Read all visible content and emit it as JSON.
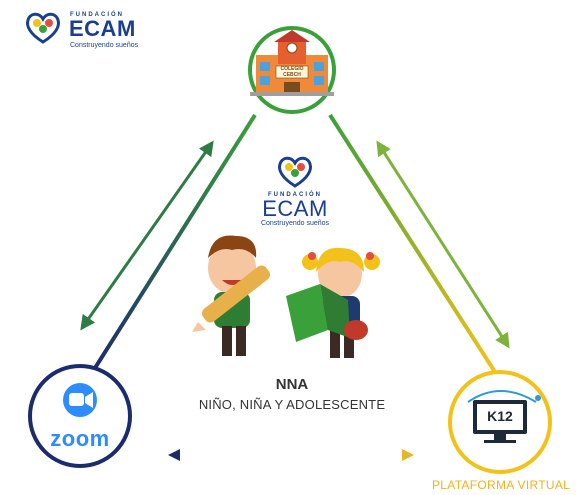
{
  "top_logo": {
    "foundation_label": "FUNDACIÓN",
    "brand": "ECAM",
    "tagline": "Construyendo sueños"
  },
  "center_logo": {
    "foundation_label": "FUNDACIÓN",
    "brand": "ECAM",
    "tagline": "Construyendo sueños"
  },
  "school_node": {
    "sign_line1": "COLEGIO",
    "sign_line2": "CEBCH",
    "icon": "school-building-icon"
  },
  "zoom_node": {
    "label": "zoom",
    "icon": "video-camera-icon"
  },
  "k12_node": {
    "label": "K12",
    "icon": "monitor-icon",
    "caption": "PLATAFORMA VIRTUAL"
  },
  "center": {
    "title": "NNA",
    "subtitle": "NIÑO, NIÑA Y ADOLESCENTE",
    "illustration": "children-reading-icon"
  },
  "colors": {
    "dark_blue": "#1b2c6e",
    "green": "#3aa13a",
    "yellow": "#f2c21b",
    "zoom_blue": "#2d8cff"
  }
}
